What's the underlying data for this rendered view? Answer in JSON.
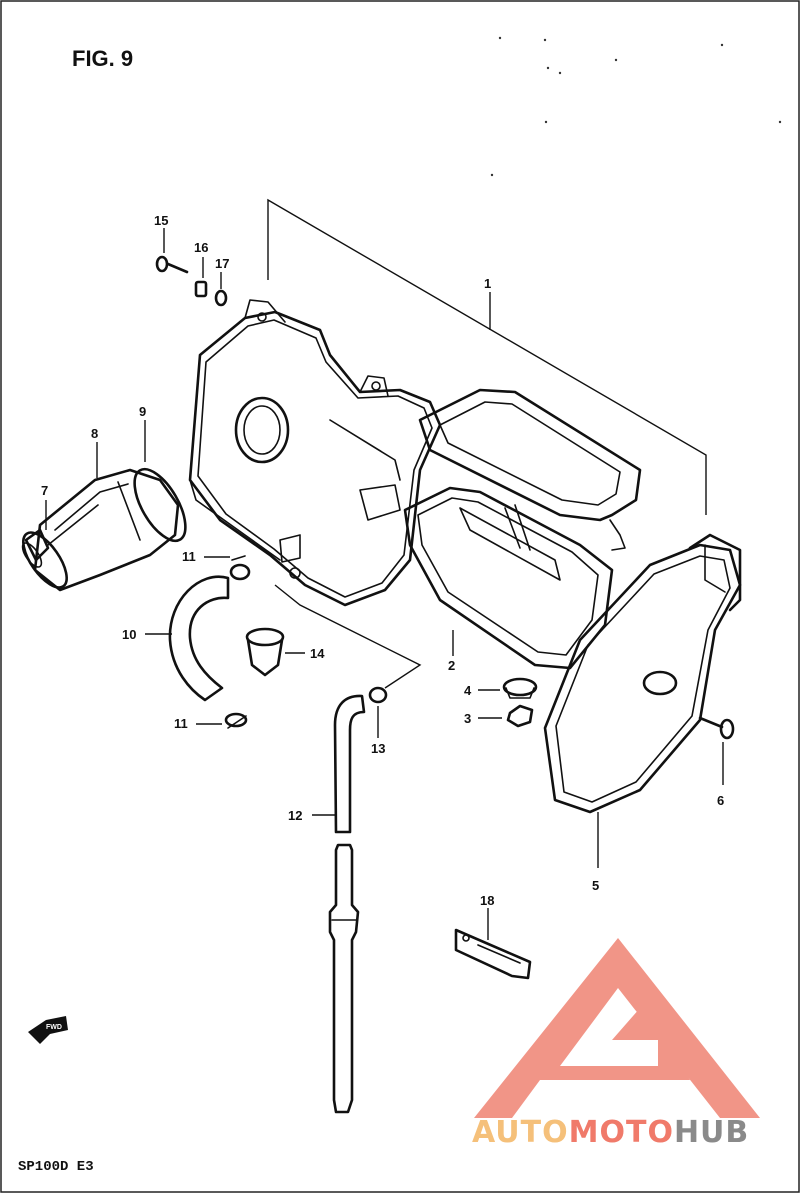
{
  "figure": {
    "title": "FIG. 9",
    "model": "SP100D E3"
  },
  "callouts": {
    "c1": "1",
    "c2": "2",
    "c3": "3",
    "c4": "4",
    "c5": "5",
    "c6": "6",
    "c7": "7",
    "c8": "8",
    "c9": "9",
    "c10": "10",
    "c11a": "11",
    "c11b": "11",
    "c12": "12",
    "c13": "13",
    "c14": "14",
    "c15": "15",
    "c16": "16",
    "c17": "17",
    "c18": "18"
  },
  "direction_marker": {
    "label": "FWD",
    "icon": "forward-arrow-icon"
  },
  "watermark": {
    "part1": "AUTO",
    "part2": "MOTO",
    "part3": "HUB",
    "colors": {
      "triangle": "#f08a7a",
      "auto": "#f5c07a",
      "moto": "#f07a6a",
      "hub": "#8a8a8a"
    }
  }
}
